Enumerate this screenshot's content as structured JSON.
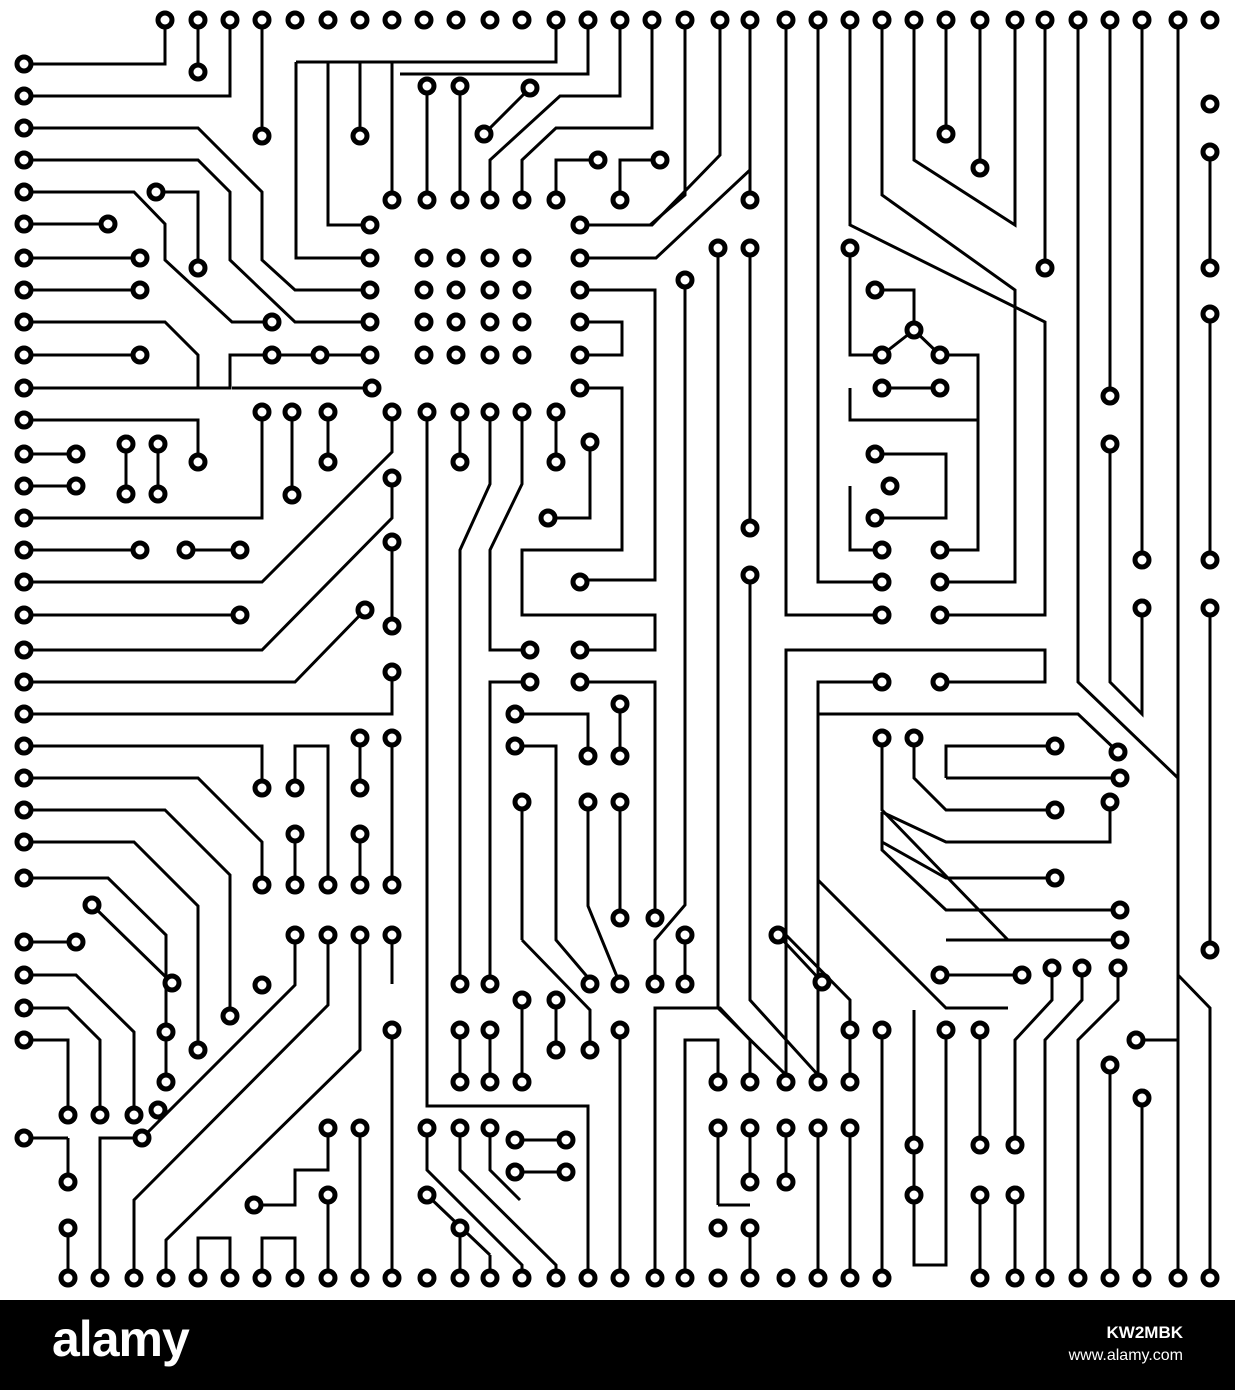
{
  "artwork": {
    "stroke_color": "#000000",
    "background_color": "#ffffff"
  },
  "watermark": {
    "brand": "alamy",
    "image_id": "KW2MBK",
    "site": "www.alamy.com",
    "background_color": "#000000",
    "text_color": "#ffffff"
  }
}
